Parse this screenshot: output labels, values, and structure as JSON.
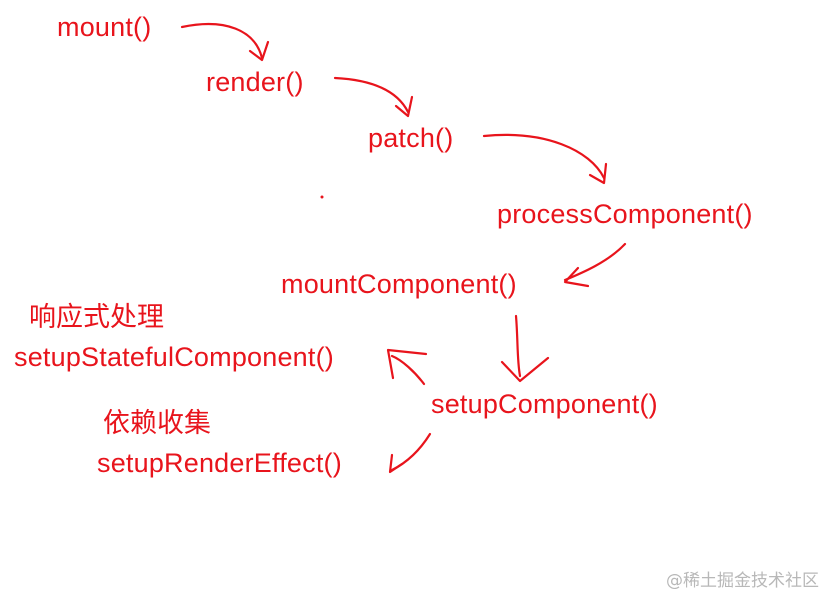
{
  "nodes": {
    "mount": "mount()",
    "render": "render()",
    "patch": "patch()",
    "processComponent": "processComponent()",
    "mountComponent": "mountComponent()",
    "setupStatefulComponent": "setupStatefulComponent()",
    "setupComponent": "setupComponent()",
    "setupRenderEffect": "setupRenderEffect()"
  },
  "notes": {
    "reactive": "响应式处理",
    "dependency": "依赖收集"
  },
  "watermark": "@稀土掘金技术社区",
  "colors": {
    "ink": "#e8141c",
    "watermark": "#b8b8b8",
    "background": "#ffffff"
  }
}
